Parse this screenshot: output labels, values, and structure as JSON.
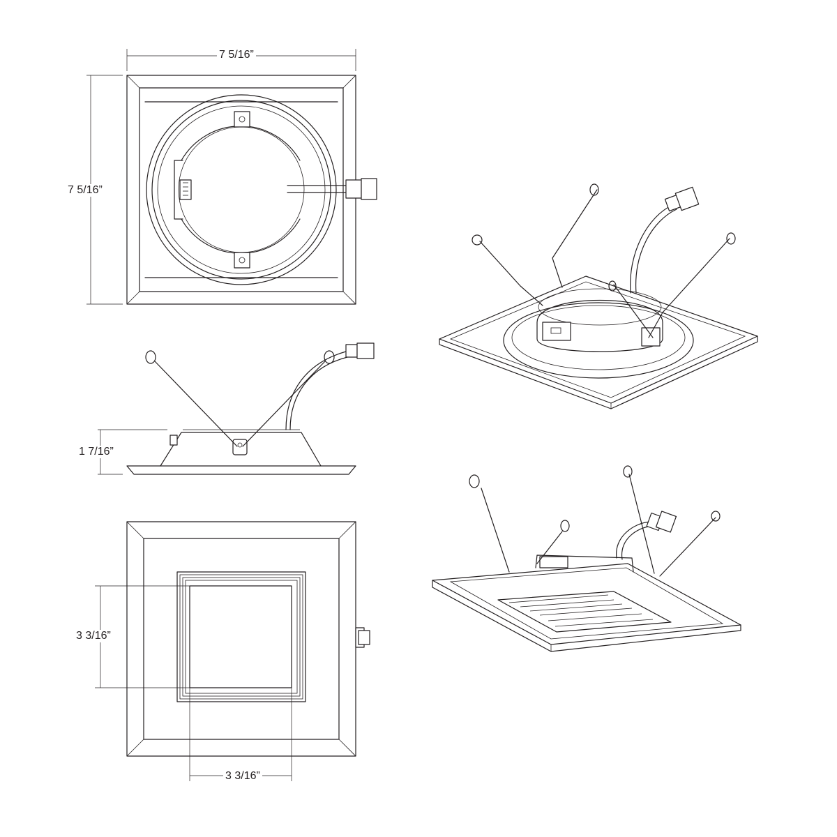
{
  "dimensions": {
    "top_width": "7 5/16”",
    "top_height": "7 5/16”",
    "side_height": "1 7/16”",
    "aperture_height": "3 3/16”",
    "aperture_width": "3 3/16”"
  }
}
